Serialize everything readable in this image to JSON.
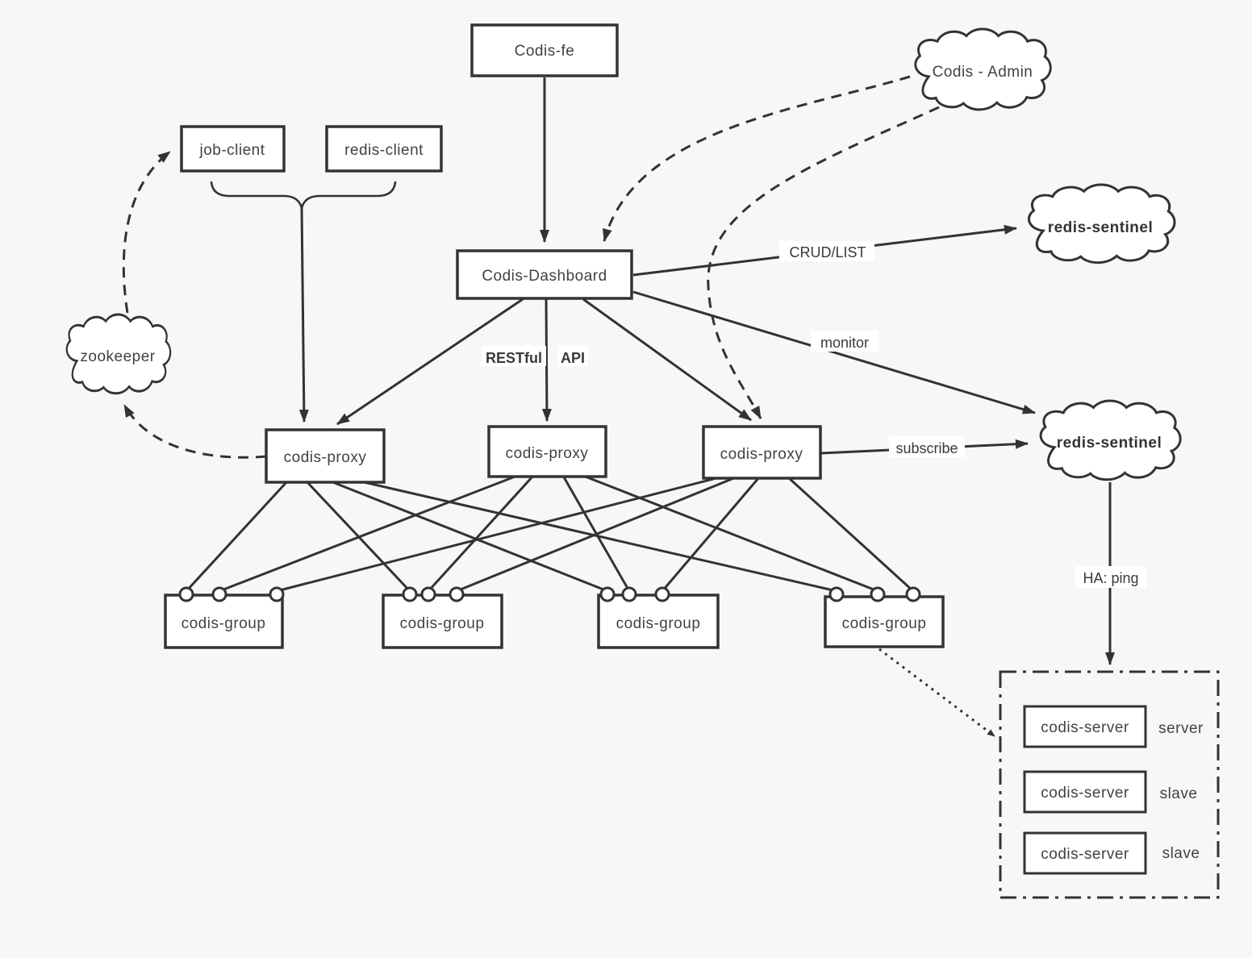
{
  "diagram": {
    "nodes": {
      "codis_fe": "Codis-fe",
      "codis_admin": "Codis - Admin",
      "job_client": "job-client",
      "redis_client": "redis-client",
      "codis_dashboard": "Codis-Dashboard",
      "zookeeper": "zookeeper",
      "codis_proxy": "codis-proxy",
      "codis_group": "codis-group",
      "codis_server": "codis-server",
      "redis_sentinel": "redis-sentinel"
    },
    "edge_labels": {
      "crud_list": "CRUD/LIST",
      "monitor": "monitor",
      "restful": "RESTful",
      "api": "API",
      "subscribe": "subscribe",
      "ha_ping": "HA: ping"
    },
    "server_roles": [
      "server",
      "slave",
      "slave"
    ],
    "colors": {
      "stroke": "#333333",
      "background": "#f7f7f7",
      "node_fill": "#ffffff"
    }
  }
}
